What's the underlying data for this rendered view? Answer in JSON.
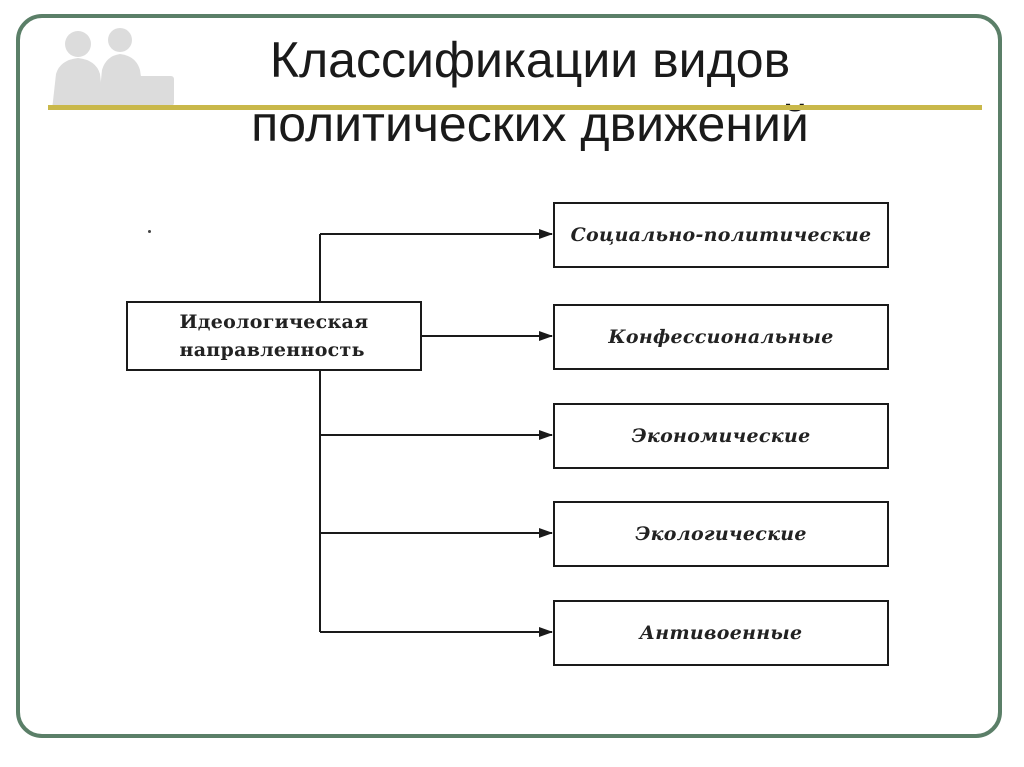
{
  "slide": {
    "title_line1": "Классификации видов",
    "title_line2": "политических движений"
  },
  "diagram": {
    "root": {
      "line1": "Идеологическая",
      "line2": "направленность"
    },
    "children": [
      "Социально-политические",
      "Конфессиональные",
      "Экономические",
      "Экологические",
      "Антивоенные"
    ]
  },
  "colors": {
    "frame_border": "#5b7f68",
    "title_rule": "#c9b84a",
    "text": "#1a1a1a"
  }
}
